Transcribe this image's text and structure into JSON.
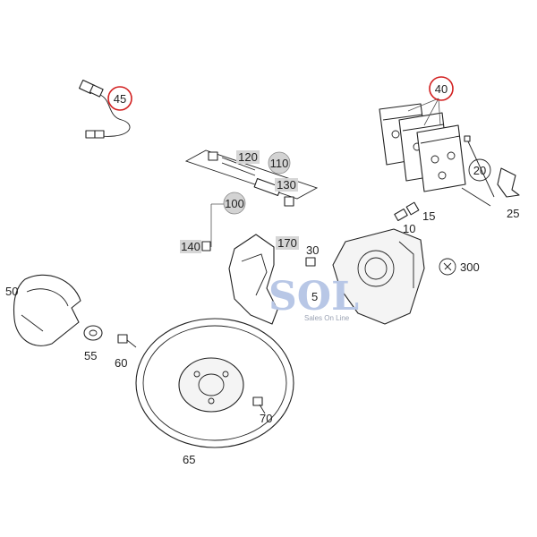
{
  "parts": {
    "p45": "45",
    "p40": "40",
    "p120": "120",
    "p110": "110",
    "p130": "130",
    "p100": "100",
    "p20": "20",
    "p25": "25",
    "p15": "15",
    "p10": "10",
    "p170": "170",
    "p30": "30",
    "p140": "140",
    "p300": "300",
    "p50": "50",
    "p5": "5",
    "p55": "55",
    "p60": "60",
    "p65": "65",
    "p70": "70"
  },
  "watermark": {
    "logo": "SOL",
    "tagline": "Sales On Line"
  },
  "colors": {
    "callout_highlight": "#d22020",
    "label_box": "#d6d6d6",
    "watermark": "#b8c7e6"
  }
}
